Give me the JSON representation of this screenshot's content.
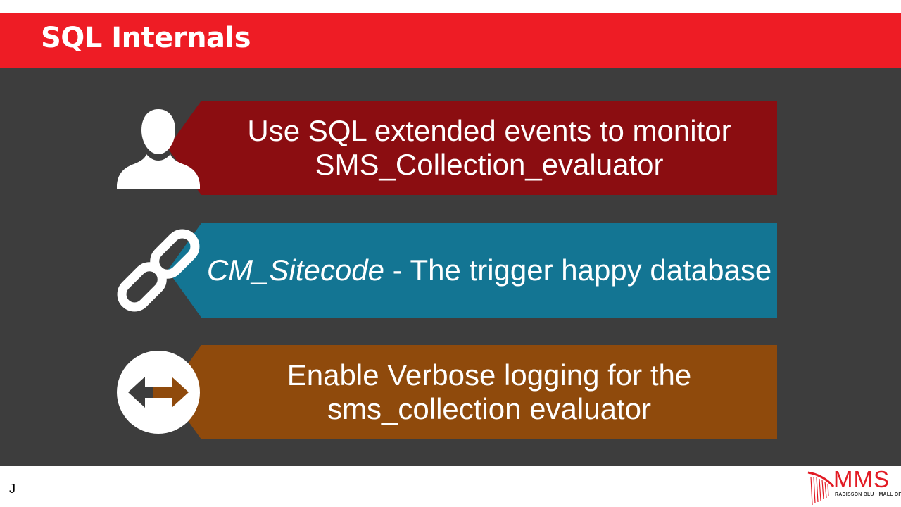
{
  "slide": {
    "title": "SQL Internals",
    "items": [
      {
        "icon": "user-icon",
        "color": "#8b0d11",
        "text_plain": "Use SQL extended events to monitor SMS_Collection_evaluator"
      },
      {
        "icon": "chain-link-icon",
        "color": "#137593",
        "text_italic": "CM_Sitecode",
        "text_plain": " - The trigger happy database"
      },
      {
        "icon": "arrows-exchange-icon",
        "color": "#8f4a0c",
        "text_plain": "Enable Verbose logging for the sms_collection evaluator"
      }
    ]
  },
  "footer": {
    "letter": "J",
    "logo_text": "MMS",
    "logo_subtext": "RADISSON BLU · MALL OF AMERICA"
  },
  "colors": {
    "title_bar": "#ee1c25",
    "content_background": "#3d3d3d",
    "logo_red": "#e21b24"
  }
}
